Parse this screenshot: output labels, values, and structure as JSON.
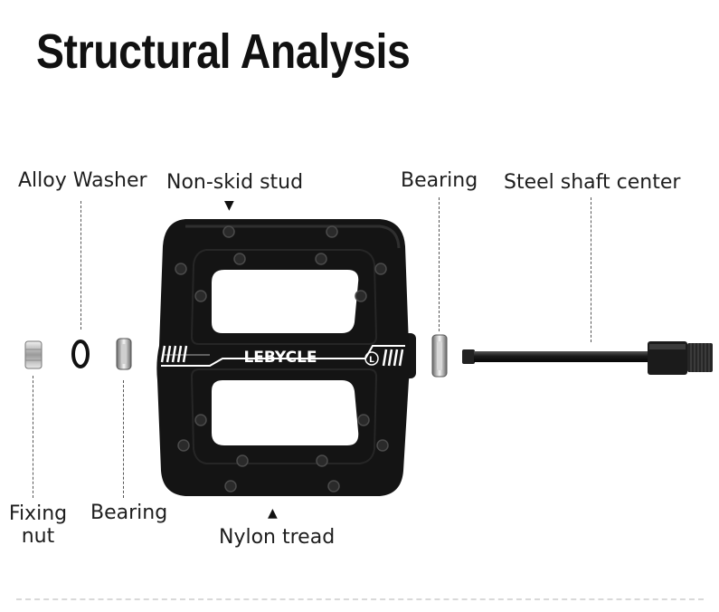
{
  "title": "Structural Analysis",
  "labels": {
    "alloy_washer": "Alloy Washer",
    "non_skid_stud": "Non-skid stud",
    "bearing_top": "Bearing",
    "steel_shaft": "Steel shaft center",
    "fixing_nut_line1": "Fixing",
    "fixing_nut_line2": "nut",
    "bearing_bottom": "Bearing",
    "nylon_tread": "Nylon tread"
  },
  "product": {
    "brand": "LEBYCLE",
    "side_mark": "L"
  },
  "colors": {
    "pedal_body": "#111111",
    "text": "#1e1e1e",
    "leader_line": "#555555"
  }
}
